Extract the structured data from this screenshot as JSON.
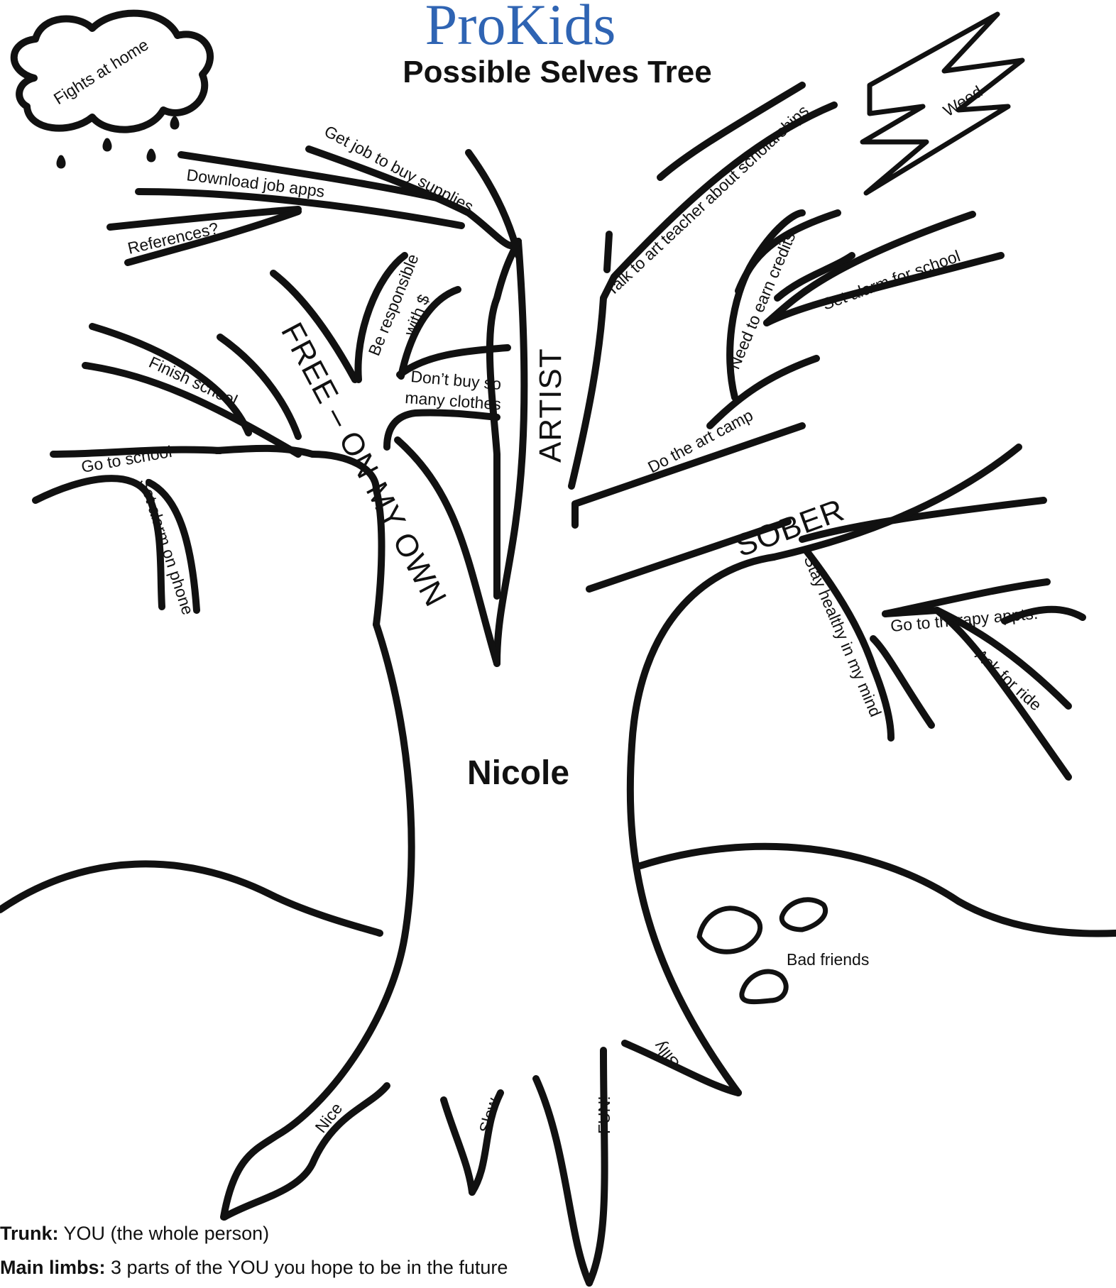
{
  "brand": "ProKids",
  "title": "Possible Selves Tree",
  "trunk_name": "Nicole",
  "limbs": {
    "free": "FREE – ON MY OWN",
    "artist": "ARTIST",
    "sober": "SOBER"
  },
  "branches": {
    "download_job_apps": "Download job apps",
    "references": "References?",
    "get_job": "Get job to buy supplies",
    "be_responsible_1": "Be responsible",
    "be_responsible_2": "with $",
    "dont_buy_1": "Don’t buy so",
    "dont_buy_2": "many clothes",
    "finish_school": "Finish school",
    "go_to_school": "Go to school",
    "set_alarm_phone": "Set alarm on phone",
    "talk_to_teacher": "Talk to art teacher about scholarships",
    "need_credits": "Need to earn credits",
    "set_alarm_school": "Set alarm for school",
    "art_camp": "Do the art camp",
    "stay_healthy": "Stay healthy in my mind",
    "therapy": "Go to therapy appts.",
    "ask_ride": "Ask for ride"
  },
  "storm": {
    "cloud": "Fights at home",
    "lightning": "Weed"
  },
  "rocks": "Bad friends",
  "roots": [
    "Nice",
    "Slow",
    "FUN!",
    "Silly"
  ],
  "legend": [
    {
      "term": "Trunk:",
      "desc": "YOU (the whole person)"
    },
    {
      "term": "Main limbs:",
      "desc": "3 parts of the YOU you hope to be in the future"
    }
  ]
}
